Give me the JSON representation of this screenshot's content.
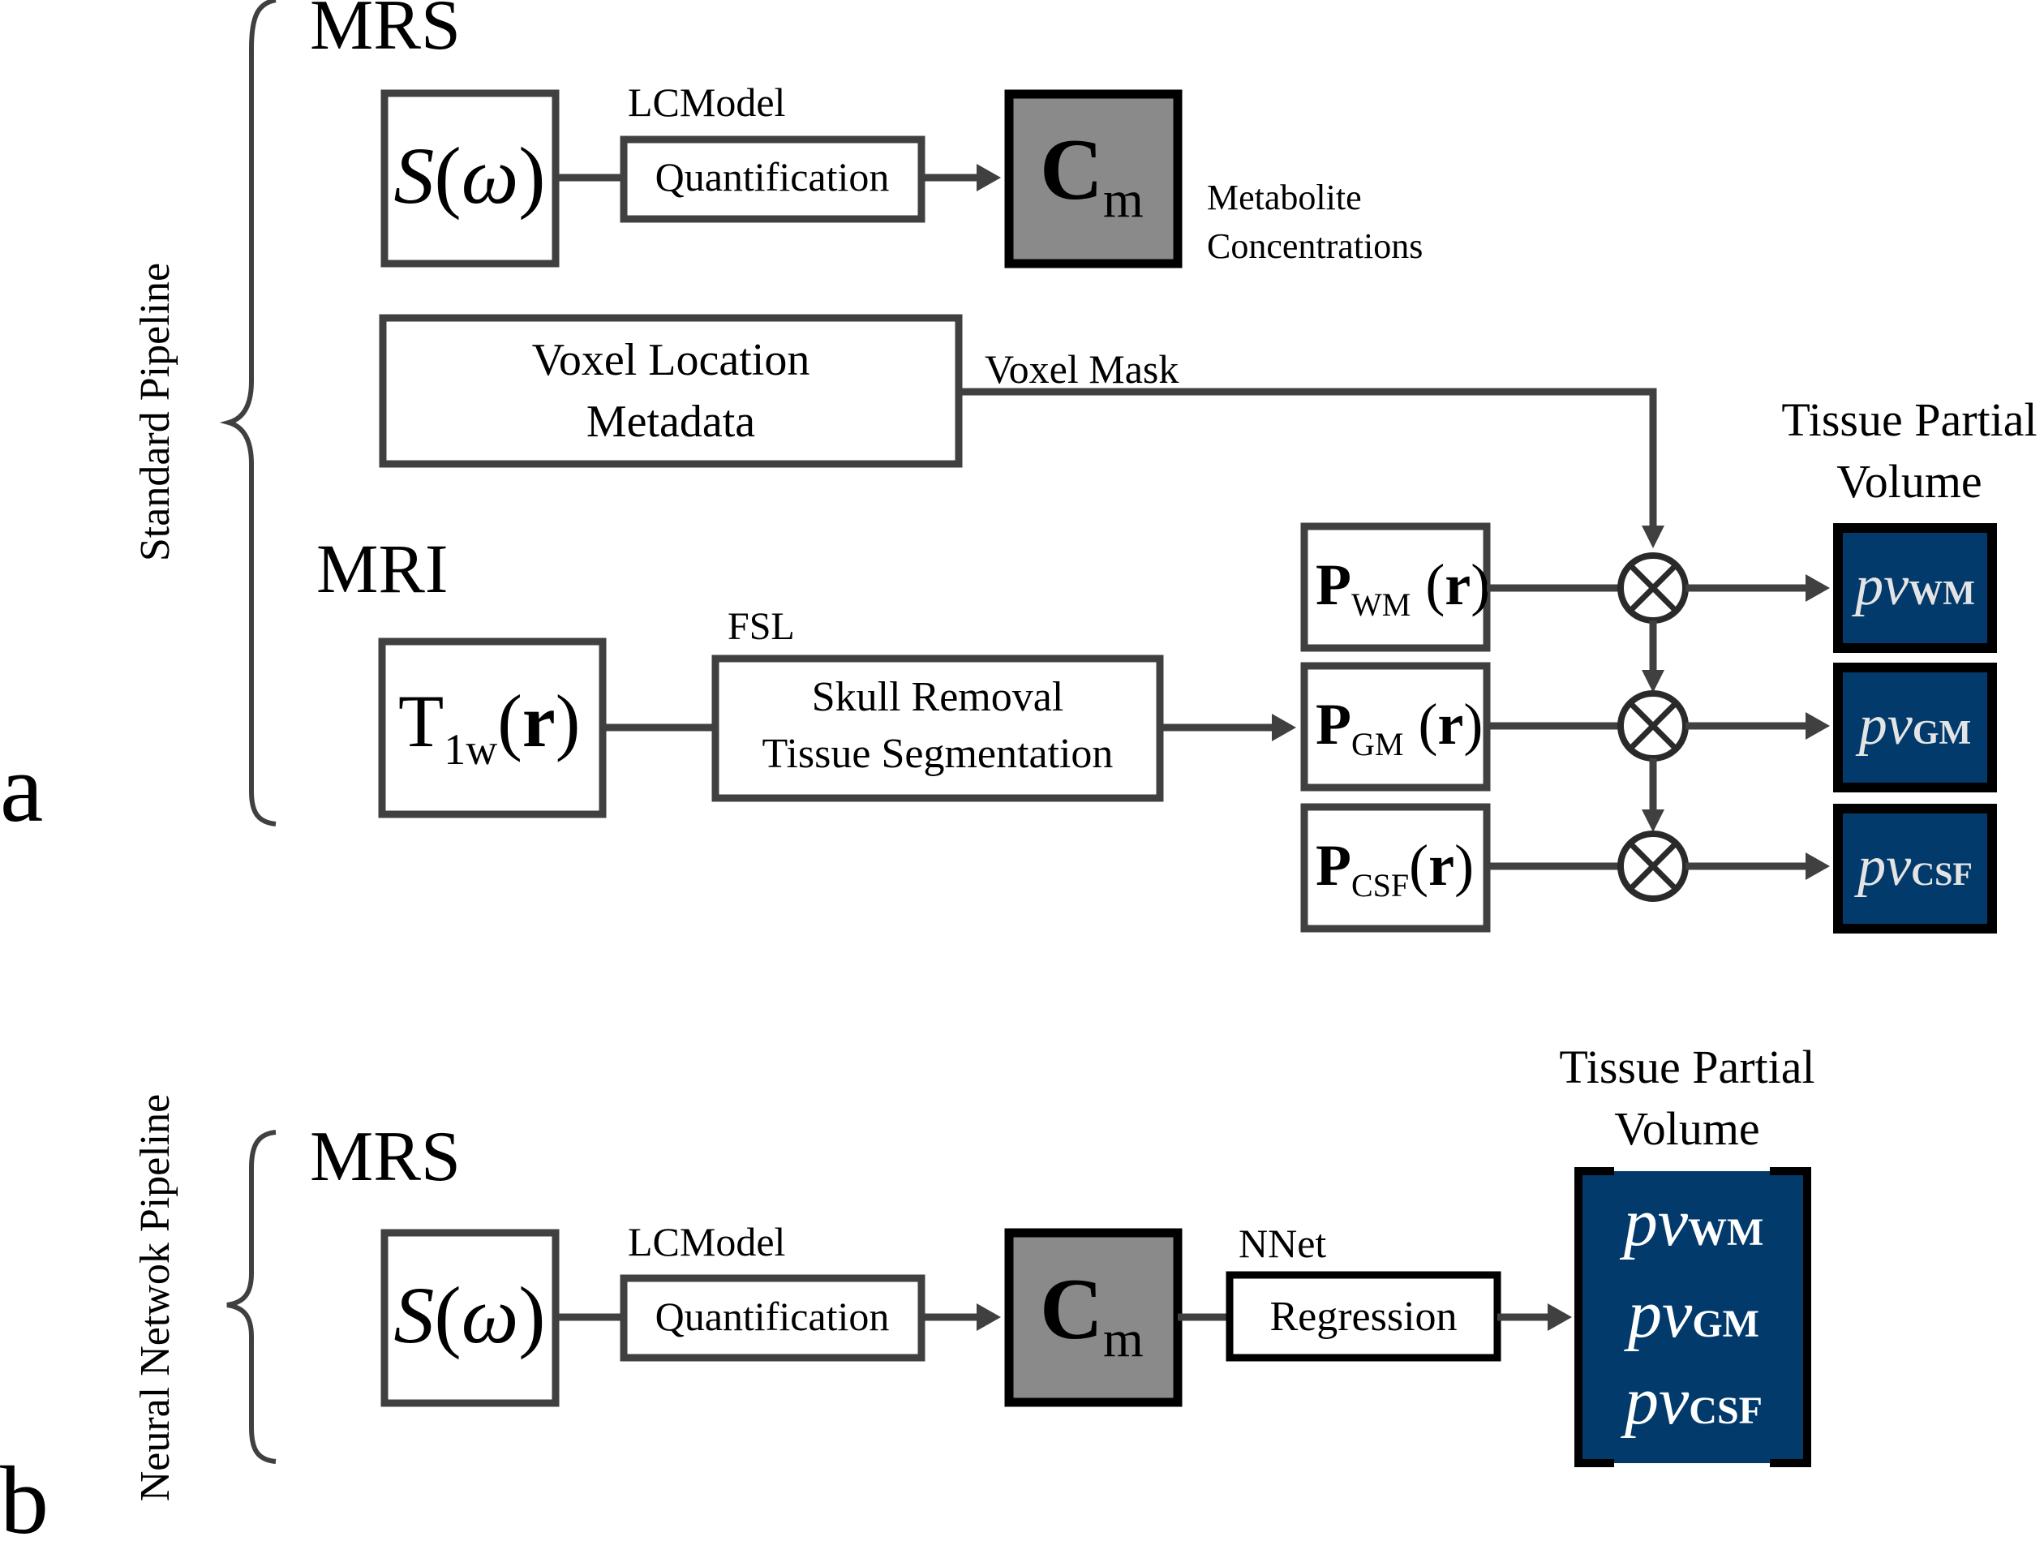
{
  "panels": {
    "a": {
      "letter": "a",
      "pipeline_label": "Standard Pipeline",
      "mrs_heading": "MRS",
      "mri_heading": "MRI",
      "signal": {
        "main": "S",
        "paren_open": "(",
        "omega": "ω",
        "paren_close": ")"
      },
      "lcmodel_label": "LCModel",
      "quantification_label": "Quantification",
      "cm": {
        "main": "C",
        "sub": "m"
      },
      "metabolite_label_line1": "Metabolite",
      "metabolite_label_line2": "Concentrations",
      "voxel_location_line1": "Voxel Location",
      "voxel_location_line2": "Metadata",
      "voxel_mask_label": "Voxel Mask",
      "t1w": {
        "main": "T",
        "sub": "1w",
        "arg": "r"
      },
      "fsl_label": "FSL",
      "segmentation_line1": "Skull Removal",
      "segmentation_line2": "Tissue Segmentation",
      "prob_maps": [
        {
          "main": "P",
          "sub": "WM",
          "arg": "r"
        },
        {
          "main": "P",
          "sub": "GM",
          "arg": "r"
        },
        {
          "main": "P",
          "sub": "CSF",
          "arg": "r"
        }
      ],
      "output_title_line1": "Tissue Partial",
      "output_title_line2": "Volume",
      "outputs": [
        {
          "main": "pv",
          "sub": "WM"
        },
        {
          "main": "pv",
          "sub": "GM"
        },
        {
          "main": "pv",
          "sub": "CSF"
        }
      ]
    },
    "b": {
      "letter": "b",
      "pipeline_label": "Neural Netwok Pipeline",
      "mrs_heading": "MRS",
      "signal": {
        "main": "S",
        "paren_open": "(",
        "omega": "ω",
        "paren_close": ")"
      },
      "lcmodel_label": "LCModel",
      "quantification_label": "Quantification",
      "cm": {
        "main": "C",
        "sub": "m"
      },
      "nnet_label": "NNet",
      "regression_label": "Regression",
      "output_title_line1": "Tissue Partial",
      "output_title_line2": "Volume",
      "outputs": [
        {
          "main": "pv",
          "sub": "WM"
        },
        {
          "main": "pv",
          "sub": "GM"
        },
        {
          "main": "pv",
          "sub": "CSF"
        }
      ]
    }
  },
  "colors": {
    "output_fill": "#023a6b",
    "concentration_fill": "#8a8a8a",
    "line": "#404040"
  }
}
